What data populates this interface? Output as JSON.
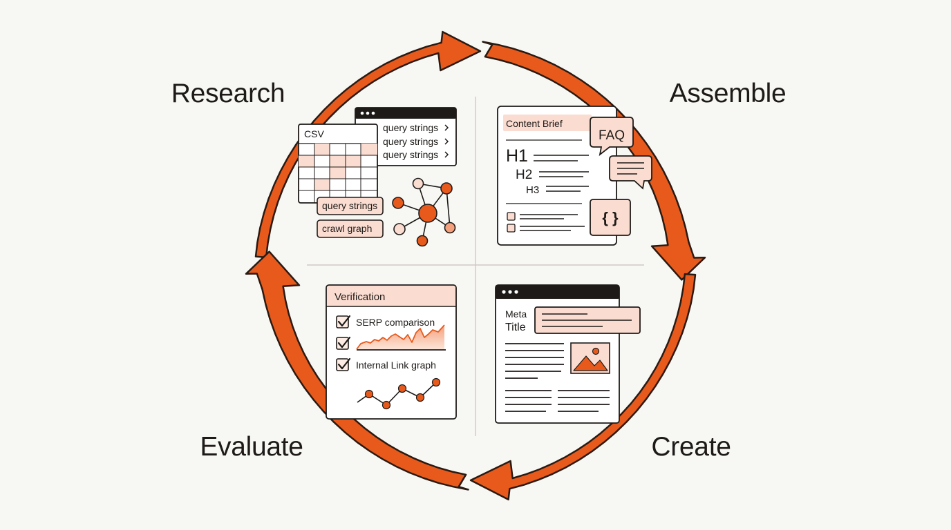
{
  "phases": {
    "research": "Research",
    "assemble": "Assemble",
    "create": "Create",
    "evaluate": "Evaluate"
  },
  "research": {
    "csv_label": "CSV",
    "query_rows": [
      "query strings",
      "query strings",
      "query strings"
    ],
    "tag_query": "query strings",
    "tag_crawl": "crawl graph"
  },
  "assemble": {
    "brief_title": "Content Brief",
    "h1": "H1",
    "h2": "H2",
    "h3": "H3",
    "faq": "FAQ",
    "schema": "{ }"
  },
  "create": {
    "meta": "Meta",
    "title": "Title"
  },
  "evaluate": {
    "panel_title": "Verification",
    "checks": [
      "SERP comparison",
      "",
      "Internal Link graph"
    ]
  },
  "colors": {
    "accent": "#e85a1c",
    "accent_dark": "#2a1a12",
    "tint": "#fbdcd0",
    "tint_light": "#fdece4",
    "ink": "#1d1a18"
  }
}
